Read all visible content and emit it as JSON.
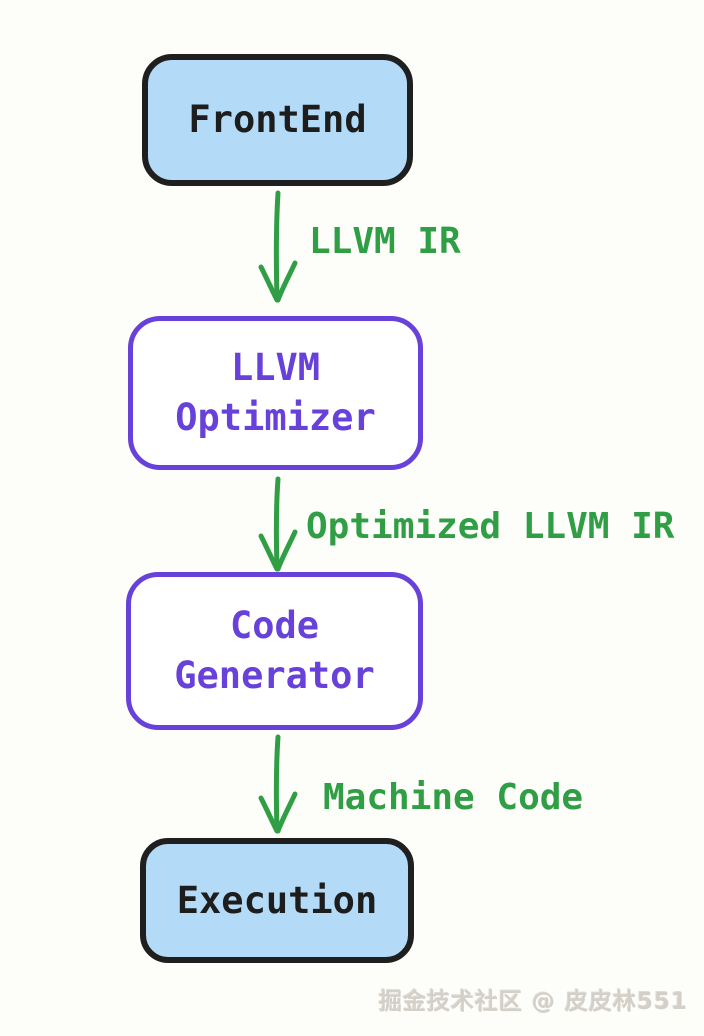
{
  "colors": {
    "background": "#fdfdfa",
    "blue_fill": "#b3dbf7",
    "black_border": "#1f1f1f",
    "purple": "#6741d9",
    "green": "#2f9e44",
    "watermark_gray": "#d4d0c8"
  },
  "diagram": {
    "nodes": [
      {
        "id": "frontend",
        "style": "blue",
        "lines": [
          "FrontEnd"
        ]
      },
      {
        "id": "llvm-optimizer",
        "style": "purple",
        "lines": [
          "LLVM",
          "Optimizer"
        ]
      },
      {
        "id": "code-generator",
        "style": "purple",
        "lines": [
          "Code",
          "Generator"
        ]
      },
      {
        "id": "execution",
        "style": "blue",
        "lines": [
          "Execution"
        ]
      }
    ],
    "edges": [
      {
        "from": "frontend",
        "to": "llvm-optimizer",
        "label": "LLVM IR"
      },
      {
        "from": "llvm-optimizer",
        "to": "code-generator",
        "label": "Optimized LLVM IR"
      },
      {
        "from": "code-generator",
        "to": "execution",
        "label": "Machine Code"
      }
    ]
  },
  "watermark": {
    "text": "掘金技术社区 @ 皮皮林551"
  }
}
